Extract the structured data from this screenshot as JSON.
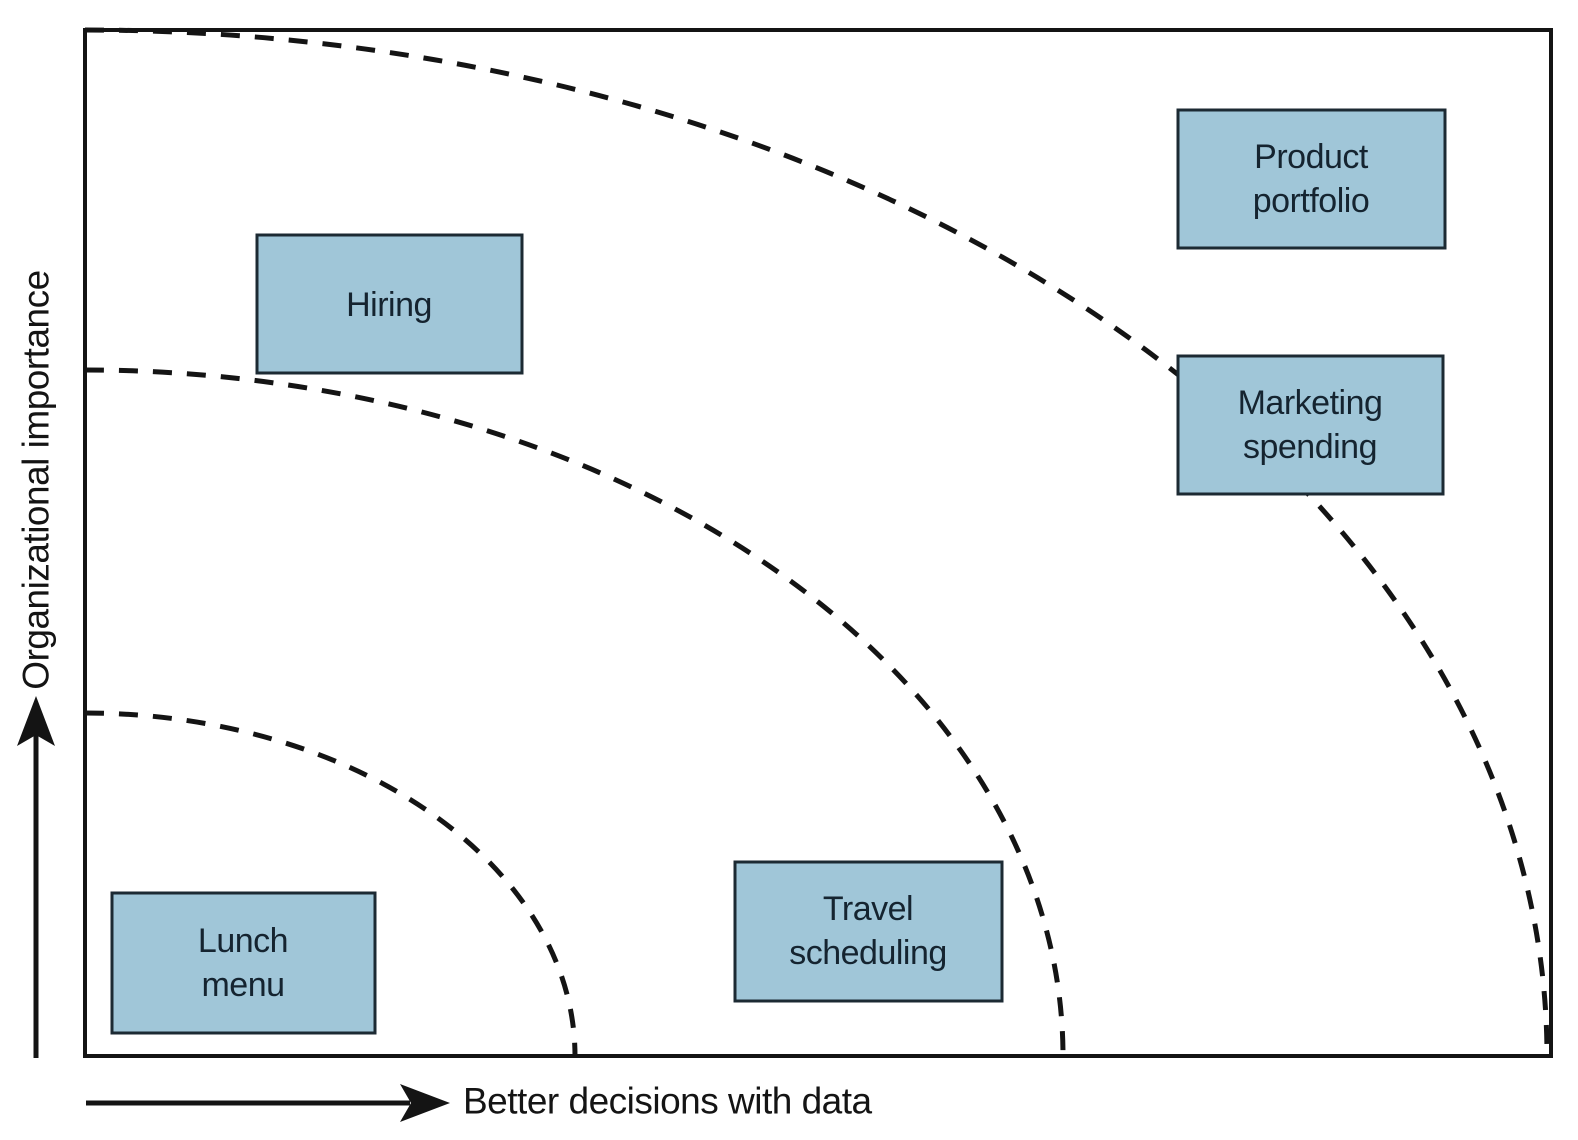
{
  "diagram": {
    "type": "quarter-arc quadrant diagram",
    "x_axis_label": "Better decisions with data",
    "y_axis_label": "Organizational importance",
    "nodes": [
      {
        "id": "hiring",
        "label": "Hiring",
        "lines": [
          "Hiring"
        ]
      },
      {
        "id": "product-portfolio",
        "label": "Product portfolio",
        "lines": [
          "Product",
          "portfolio"
        ]
      },
      {
        "id": "marketing-spending",
        "label": "Marketing spending",
        "lines": [
          "Marketing",
          "spending"
        ]
      },
      {
        "id": "travel-scheduling",
        "label": "Travel scheduling",
        "lines": [
          "Travel",
          "scheduling"
        ]
      },
      {
        "id": "lunch-menu",
        "label": "Lunch menu",
        "lines": [
          "Lunch",
          "menu"
        ]
      }
    ],
    "arcs": {
      "style": "dashed",
      "count": 3,
      "centered_on": "plot bottom-left corner",
      "radius_fractions_of_plot": [
        0.333,
        0.667,
        1.0
      ]
    },
    "colors": {
      "node_fill": "#a0c6d8",
      "node_border": "#1c2a33",
      "node_text": "#152430",
      "line": "#141414",
      "background": "#ffffff"
    }
  }
}
